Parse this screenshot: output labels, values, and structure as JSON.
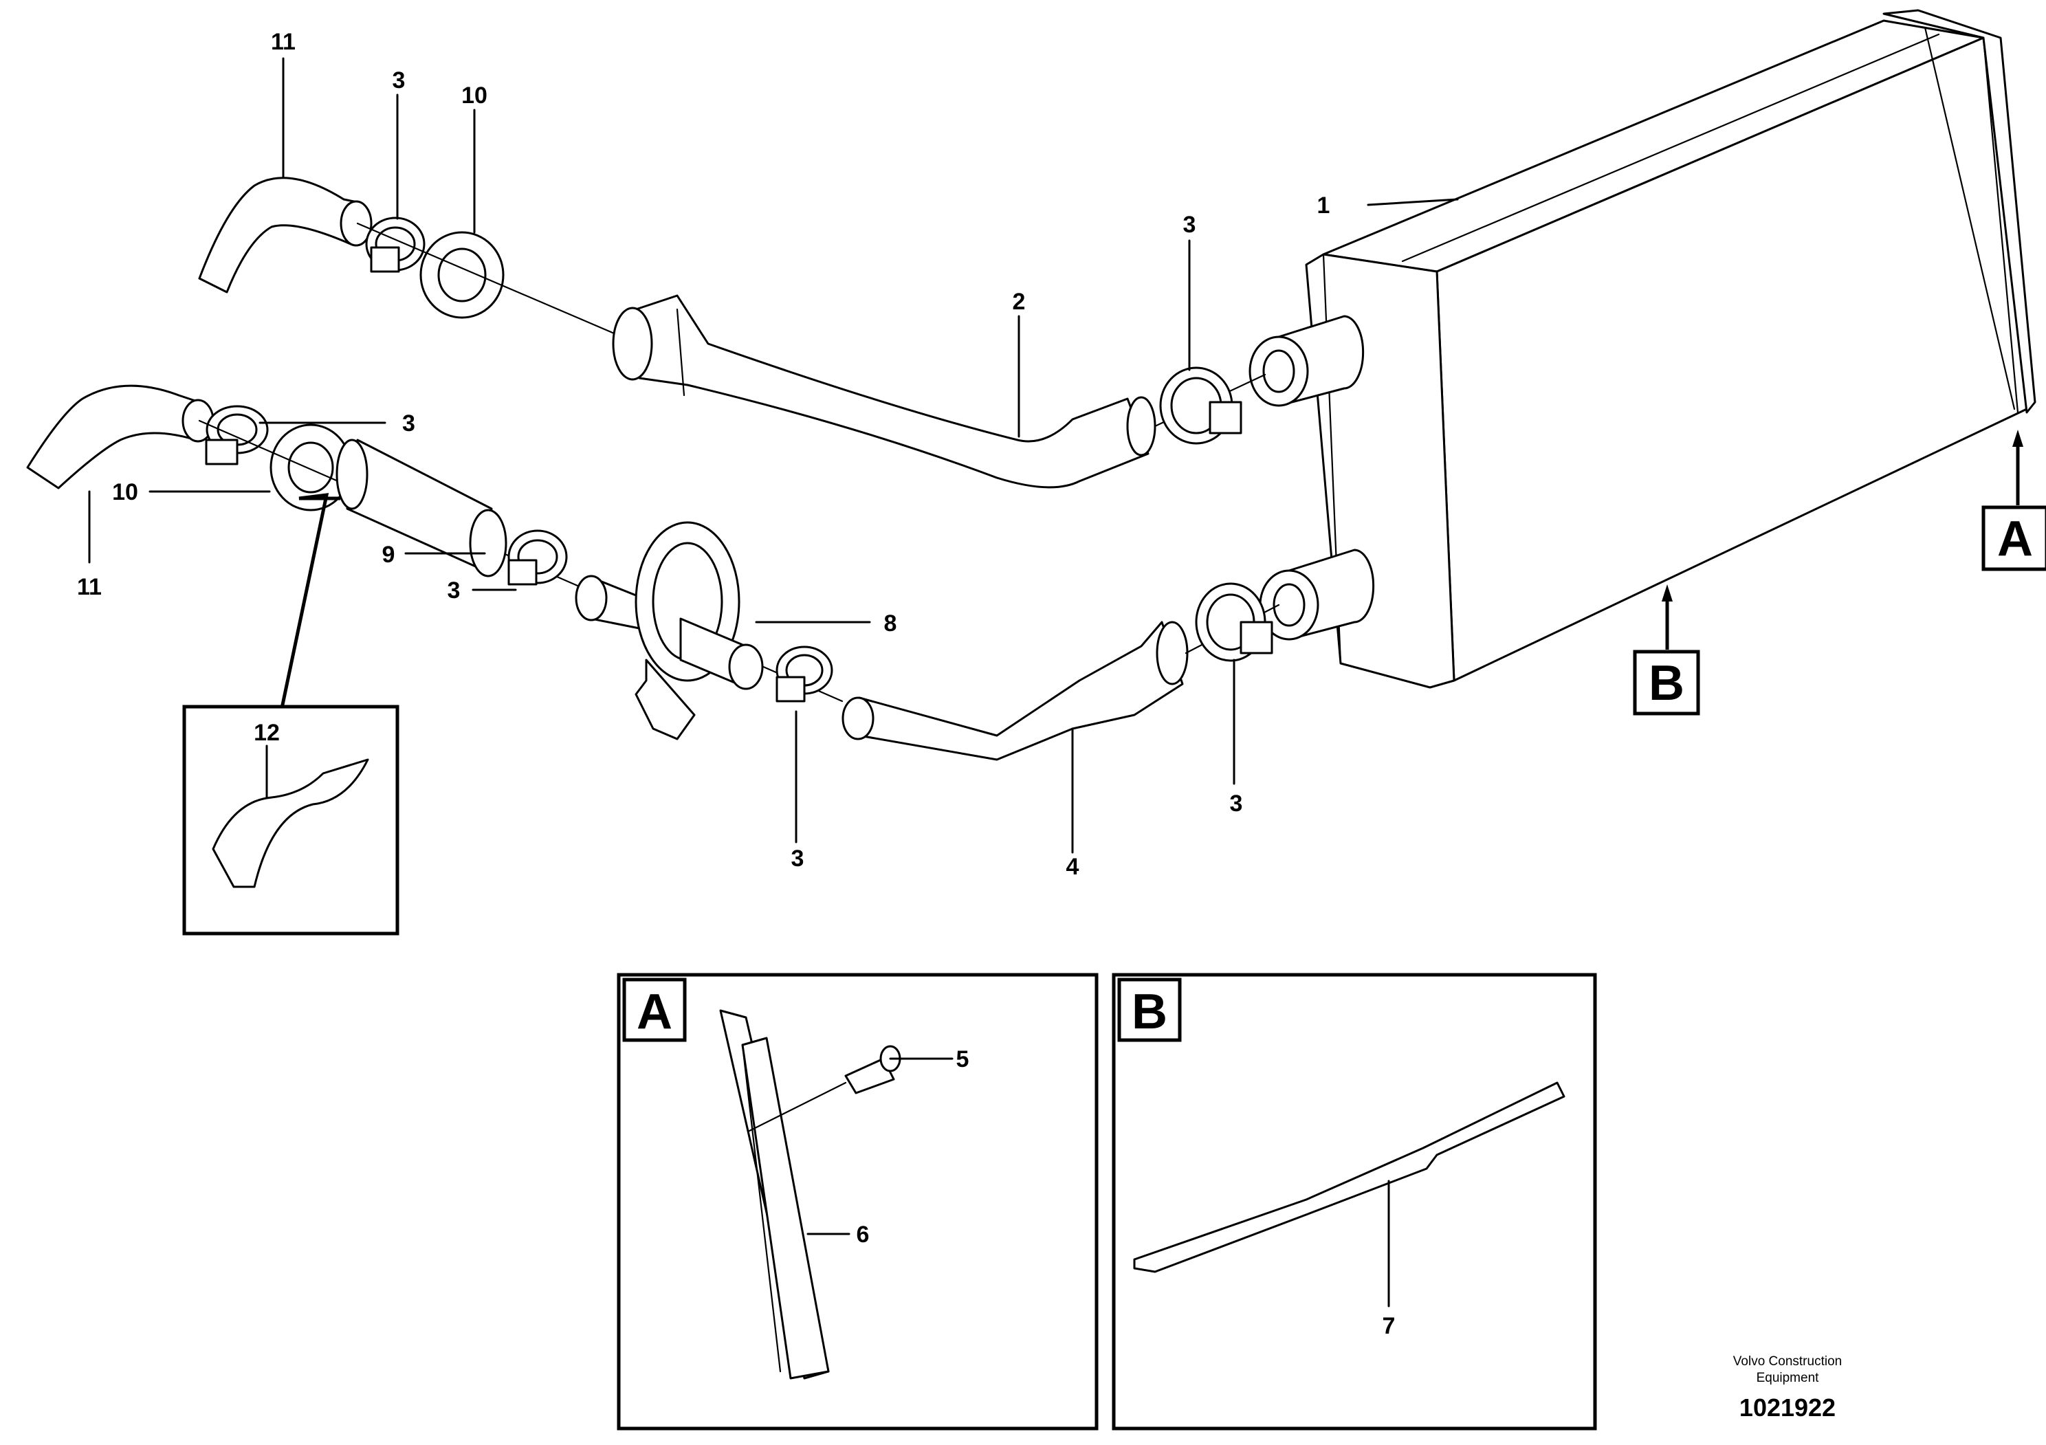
{
  "callouts": {
    "p1": "1",
    "p2": "2",
    "p3": "3",
    "p4": "4",
    "p5": "5",
    "p6": "6",
    "p7": "7",
    "p8": "8",
    "p9": "9",
    "p10": "10",
    "p11": "11",
    "p12": "12"
  },
  "view_markers": {
    "a": "A",
    "b": "B"
  },
  "detail_panels": {
    "a_title": "A",
    "b_title": "B"
  },
  "footer": {
    "brand_line1": "Volvo Construction",
    "brand_line2": "Equipment",
    "drawing_number": "1021922"
  }
}
